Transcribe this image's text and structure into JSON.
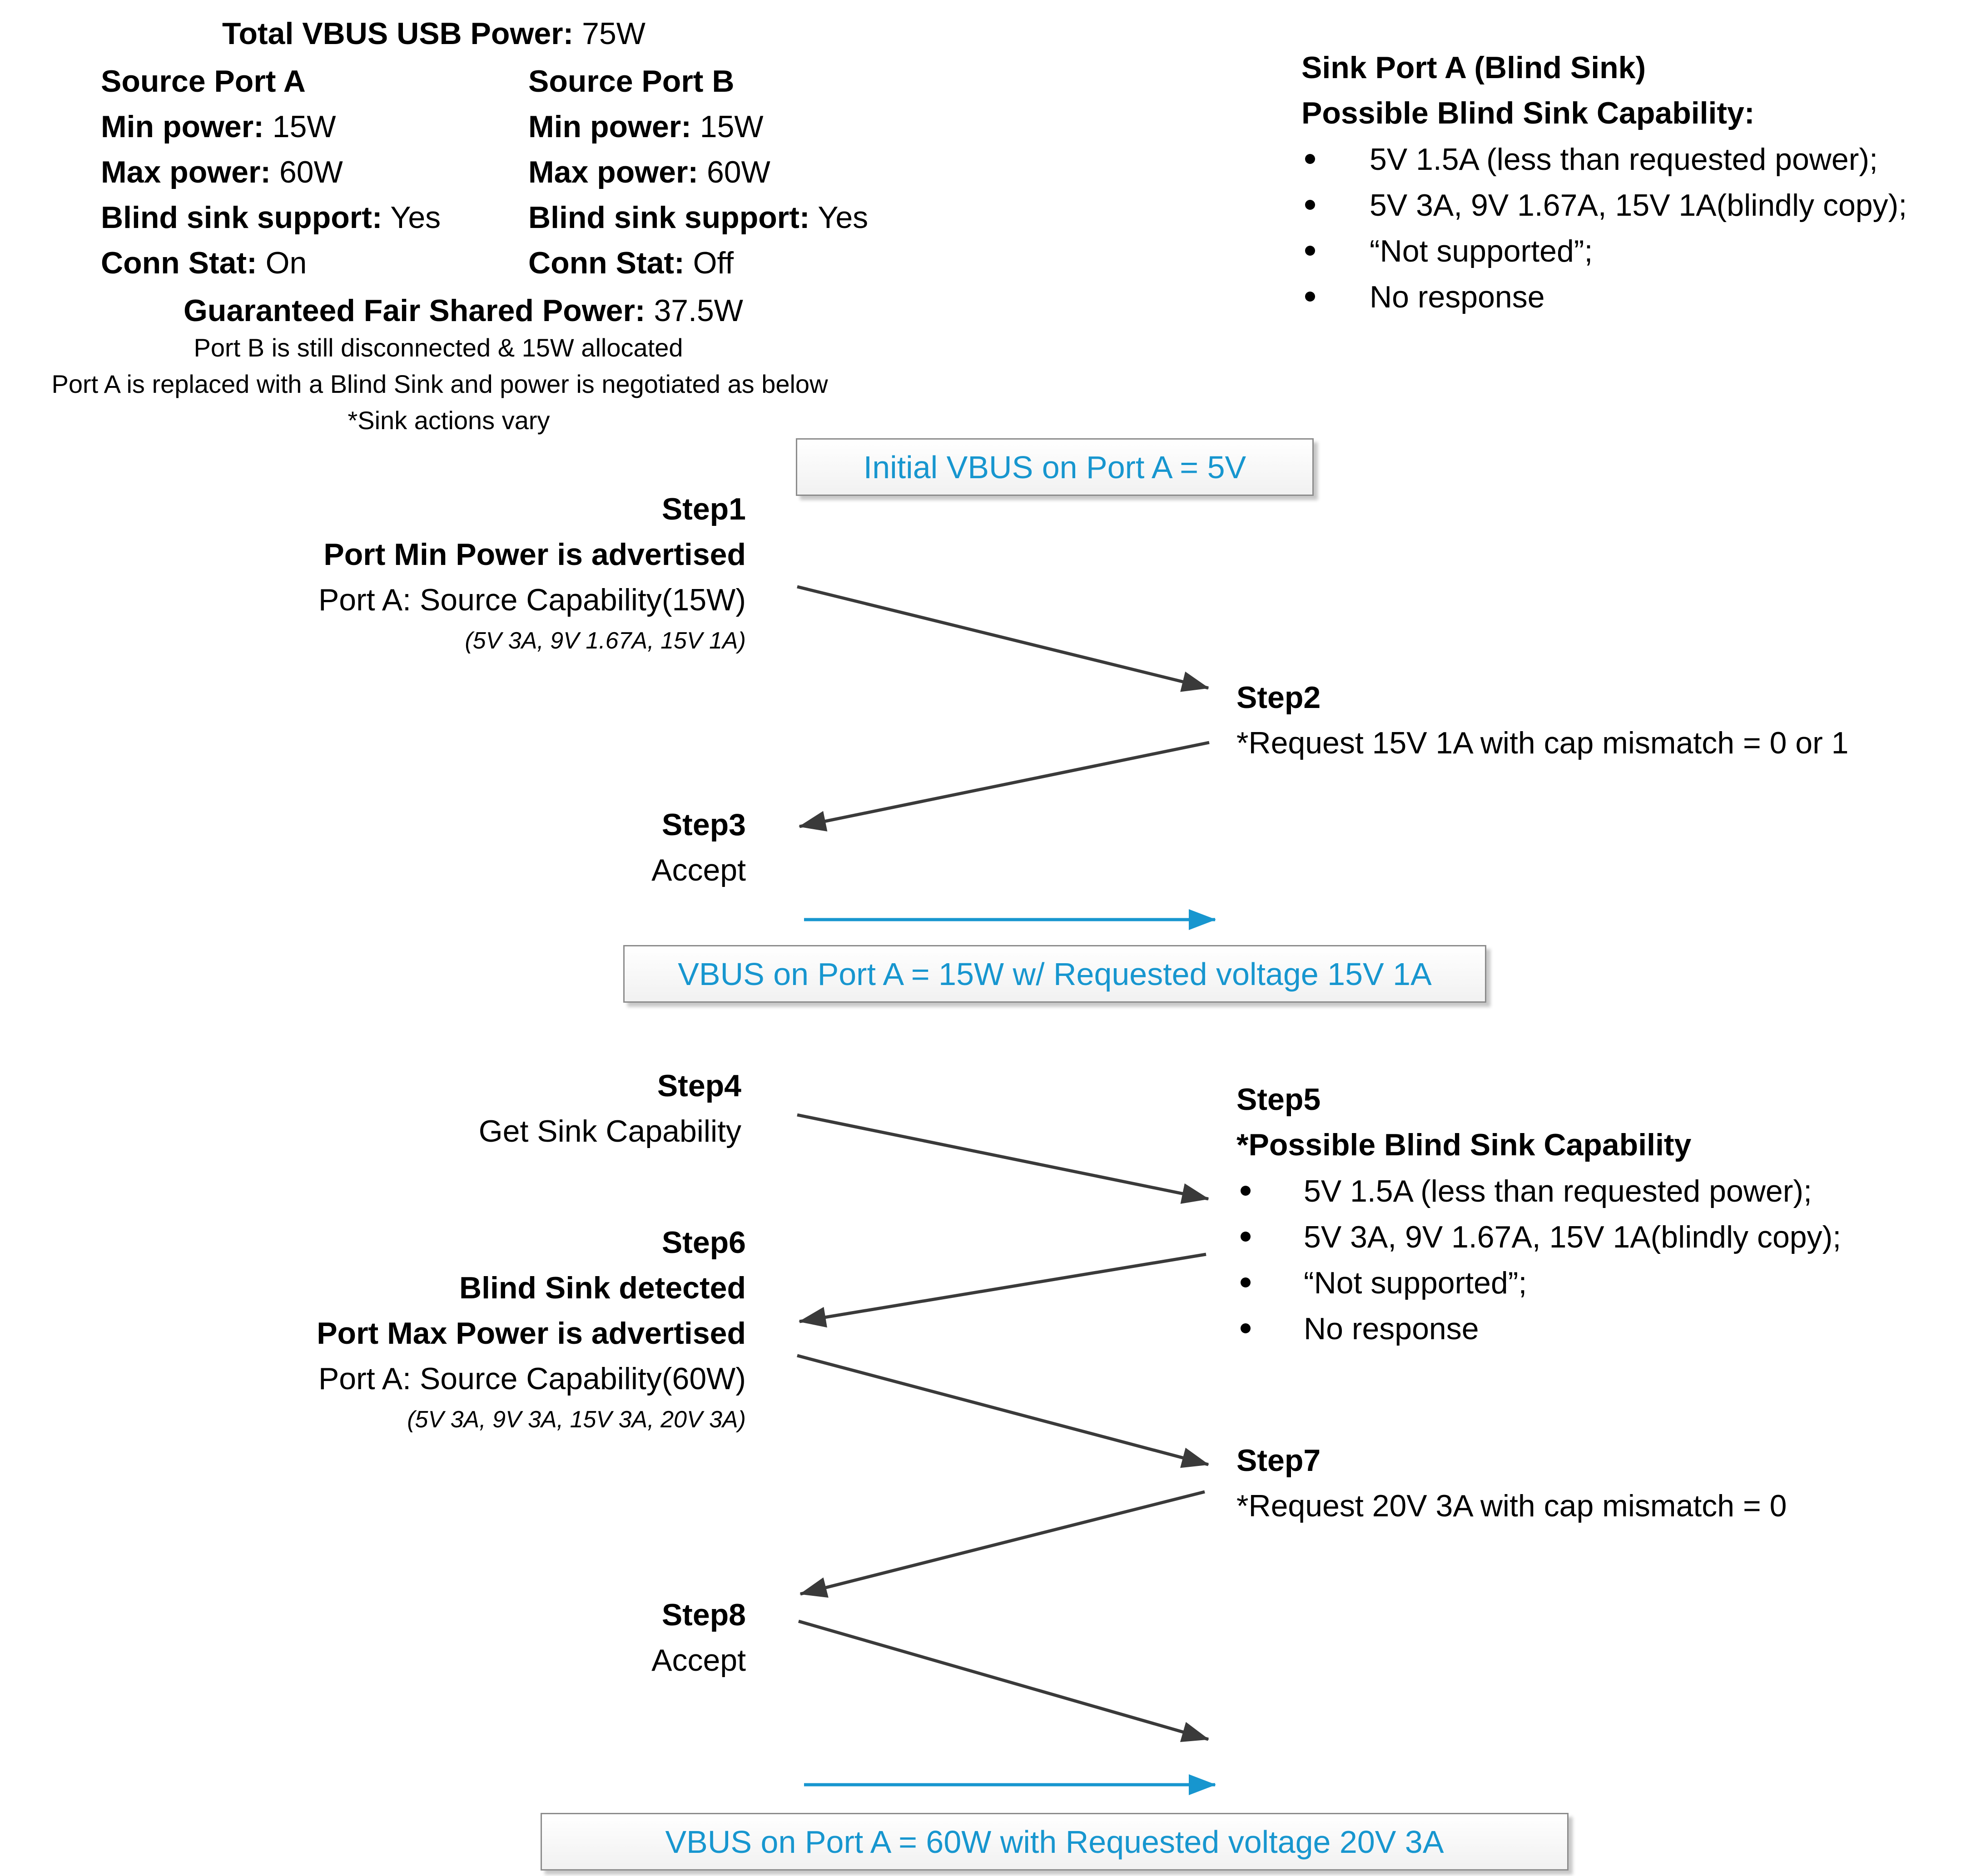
{
  "header": {
    "total_label": "Total VBUS USB Power:",
    "total_value": " 75W",
    "port_a": {
      "title": "Source Port A",
      "min_label": "Min power:",
      "min_value": " 15W",
      "max_label": "Max power:",
      "max_value": " 60W",
      "blind_label": "Blind sink support:",
      "blind_value": " Yes",
      "conn_label": "Conn Stat:",
      "conn_value": " On"
    },
    "port_b": {
      "title": "Source Port B",
      "min_label": "Min power:",
      "min_value": " 15W",
      "max_label": "Max power:",
      "max_value": " 60W",
      "blind_label": "Blind sink support:",
      "blind_value": " Yes",
      "conn_label": "Conn Stat:",
      "conn_value": " Off"
    },
    "fair_label": "Guaranteed Fair Shared Power:",
    "fair_value": " 37.5W",
    "note1": "Port B is still disconnected & 15W allocated",
    "note2": "Port A is replaced with a Blind Sink and power is negotiated as below",
    "note3": "*Sink actions vary"
  },
  "sink_panel": {
    "title": "Sink Port A (Blind Sink)",
    "subtitle": "Possible Blind Sink Capability:",
    "items": [
      "5V 1.5A (less than requested power);",
      "5V 3A, 9V 1.67A, 15V 1A(blindly copy);",
      "“Not supported”;",
      "No response"
    ]
  },
  "boxes": {
    "initial": "Initial VBUS on Port A = 5V",
    "mid": "VBUS on Port A = 15W w/ Requested voltage 15V 1A",
    "final": "VBUS on Port A = 60W with Requested voltage 20V 3A"
  },
  "steps": {
    "step1": {
      "title": "Step1",
      "line1": "Port Min Power is advertised",
      "line2": "Port A: Source Capability(15W)",
      "line3": "(5V 3A, 9V 1.67A, 15V 1A)"
    },
    "step2": {
      "title": "Step2",
      "line1": "*Request 15V 1A with cap mismatch = 0 or 1"
    },
    "step3": {
      "title": "Step3",
      "line1": "Accept"
    },
    "step4": {
      "title": "Step4",
      "line1": "Get Sink Capability"
    },
    "step5": {
      "title": "Step5",
      "line1": "*Possible Blind Sink Capability",
      "items": [
        "5V 1.5A (less than requested power);",
        "5V 3A, 9V 1.67A, 15V 1A(blindly copy);",
        "“Not supported”;",
        "No response"
      ]
    },
    "step6": {
      "title": "Step6",
      "line1": "Blind Sink detected",
      "line2": "Port Max Power is advertised",
      "line3": "Port A: Source Capability(60W)",
      "line4": "(5V 3A, 9V 3A, 15V 3A, 20V 3A)"
    },
    "step7": {
      "title": "Step7",
      "line1": "*Request 20V 3A with cap mismatch = 0"
    },
    "step8": {
      "title": "Step8",
      "line1": "Accept"
    }
  },
  "colors": {
    "accent": "#1796cf",
    "arrow": "#3a3a3a"
  }
}
